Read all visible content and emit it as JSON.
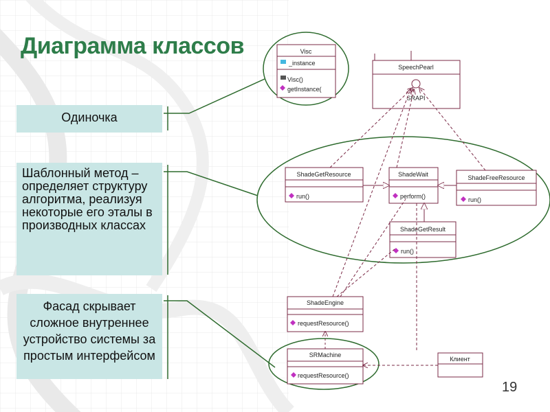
{
  "title": "Диаграмма классов",
  "callouts": {
    "singleton": "Одиночка",
    "template_method": "Шаблонный метод – определяет структуру алгоритма, реализуя некоторые его эталы в производных классах",
    "facade": "Фасад скрывает сложное внутреннее устройство системы за простым интерфейсом"
  },
  "page_number": "19",
  "classes": {
    "visc": {
      "name": "Visc",
      "attr": "_instance",
      "ops": [
        "Visc()",
        "getInstance("
      ]
    },
    "speechpearl": {
      "name": "SpeechPearl",
      "interface": "SRAPI"
    },
    "shadegetresource": {
      "name": "ShadeGetResource",
      "op": "run()"
    },
    "shadewait": {
      "name": "ShadeWait",
      "op": "perform()"
    },
    "shadefreeresource": {
      "name": "ShadeFreeResource",
      "op": "run()"
    },
    "shadegetresult": {
      "name": "ShadeGetResult",
      "op": "run()"
    },
    "shadeengine": {
      "name": "ShadeEngine",
      "op": "requestResource()"
    },
    "srmachine": {
      "name": "SRMachine",
      "op": "requestResource()"
    },
    "client": {
      "name": "Клиент"
    }
  },
  "colors": {
    "title": "#2e7d4a",
    "callout_bg": "#c9e6e5",
    "connector": "#2e6b2e",
    "class_border": "#7a2845",
    "operation_icon": "#c030c0"
  }
}
